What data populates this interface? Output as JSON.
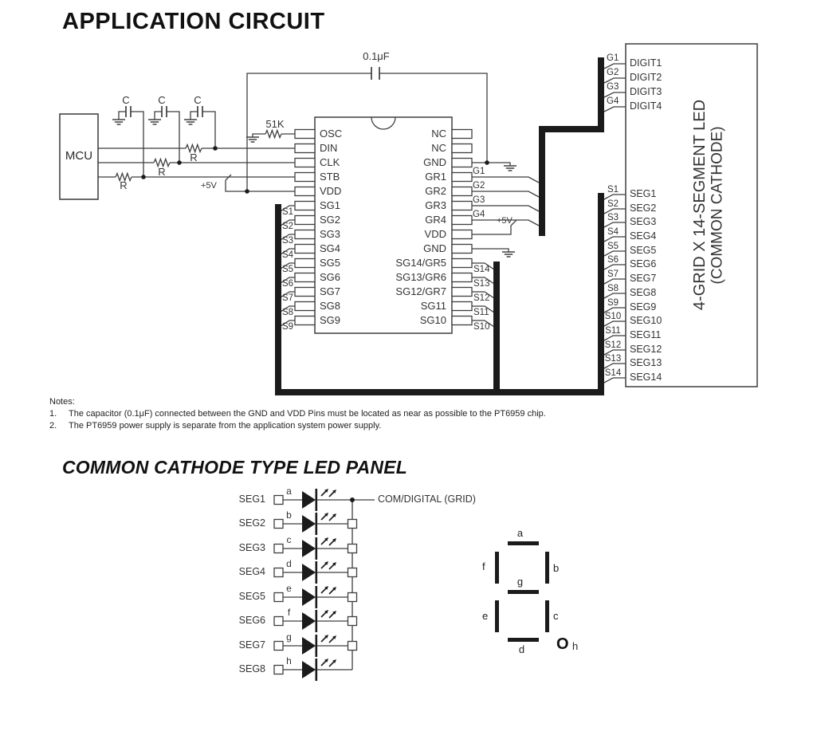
{
  "title": "APPLICATION CIRCUIT",
  "mcu_label": "MCU",
  "chip": {
    "left_pins": [
      "OSC",
      "DIN",
      "CLK",
      "STB",
      "VDD",
      "SG1",
      "SG2",
      "SG3",
      "SG4",
      "SG5",
      "SG6",
      "SG7",
      "SG8",
      "SG9"
    ],
    "right_pins": [
      "NC",
      "NC",
      "GND",
      "GR1",
      "GR2",
      "GR3",
      "GR4",
      "VDD",
      "GND",
      "SG14/GR5",
      "SG13/GR6",
      "SG12/GR7",
      "SG11",
      "SG10"
    ]
  },
  "components": {
    "bypass_cap": "C",
    "series_res": "R",
    "osc_res": "51K",
    "vdd_cap": "0.1μF",
    "supply": "+5V"
  },
  "bus": {
    "g_chip": [
      "G1",
      "G2",
      "G3",
      "G4"
    ],
    "s_chip_left": [
      "S1",
      "S2",
      "S3",
      "S4",
      "S5",
      "S6",
      "S7",
      "S8",
      "S9"
    ],
    "s_chip_right": [
      "S14",
      "S13",
      "S12",
      "S11",
      "S10"
    ],
    "g_led": [
      "G1",
      "G2",
      "G3",
      "G4"
    ],
    "s_led": [
      "S1",
      "S2",
      "S3",
      "S4",
      "S5",
      "S6",
      "S7",
      "S8",
      "S9",
      "S10",
      "S11",
      "S12",
      "S13",
      "S14"
    ]
  },
  "led_module": {
    "title_line1": "4-GRID X 14-SEGMENT LED",
    "title_line2": "(COMMON CATHODE)",
    "digits": [
      "DIGIT1",
      "DIGIT2",
      "DIGIT3",
      "DIGIT4"
    ],
    "segments": [
      "SEG1",
      "SEG2",
      "SEG3",
      "SEG4",
      "SEG5",
      "SEG6",
      "SEG7",
      "SEG8",
      "SEG9",
      "SEG10",
      "SEG11",
      "SEG12",
      "SEG13",
      "SEG14"
    ]
  },
  "notes": {
    "heading": "Notes:",
    "items": [
      {
        "num": "1.",
        "text": "The capacitor (0.1μF) connected between the GND and VDD Pins must be located as near as possible to the PT6959 chip."
      },
      {
        "num": "2.",
        "text": "The PT6959 power supply is separate from the application system power supply."
      }
    ]
  },
  "panel": {
    "title": "COMMON CATHODE TYPE LED PANEL",
    "com_label": "COM/DIGITAL (GRID)",
    "rows": [
      {
        "seg": "SEG1",
        "letter": "a"
      },
      {
        "seg": "SEG2",
        "letter": "b"
      },
      {
        "seg": "SEG3",
        "letter": "c"
      },
      {
        "seg": "SEG4",
        "letter": "d"
      },
      {
        "seg": "SEG5",
        "letter": "e"
      },
      {
        "seg": "SEG6",
        "letter": "f"
      },
      {
        "seg": "SEG7",
        "letter": "g"
      },
      {
        "seg": "SEG8",
        "letter": "h"
      }
    ]
  },
  "segment_layout": {
    "a": "a",
    "b": "b",
    "c": "c",
    "d": "d",
    "e": "e",
    "f": "f",
    "g": "g",
    "dot_glyph": "O",
    "dot_label": "h"
  }
}
